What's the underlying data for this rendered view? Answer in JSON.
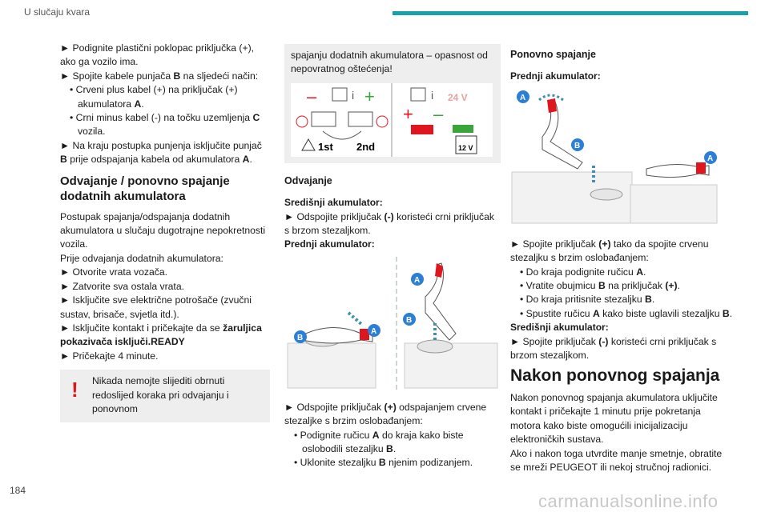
{
  "header": {
    "title": "U slučaju kvara"
  },
  "page_number": "184",
  "watermark": "carmanualsonline.info",
  "col1": {
    "p1": "► Podignite plastični poklopac priključka (+), ako ga vozilo ima.",
    "p2_pre": "► Spojite kabele punjača ",
    "p2_b": "B",
    "p2_post": " na sljedeći način:",
    "b1_pre": "• Crveni plus kabel (+) na priključak (+) akumulatora ",
    "b1_b": "A",
    "b1_post": ".",
    "b2_pre": "• Crni minus kabel (-) na točku uzemljenja ",
    "b2_b": "C",
    "b2_post": " vozila.",
    "p3_pre": "► Na kraju postupka punjenja isključite punjač ",
    "p3_b": "B",
    "p3_mid": " prije odspajanja kabela od akumulatora ",
    "p3_b2": "A",
    "p3_post": ".",
    "h2": "Odvajanje / ponovno spajanje dodatnih akumulatora",
    "p4": "Postupak spajanja/odspajanja dodatnih akumulatora u slučaju dugotrajne nepokretnosti vozila.",
    "p5": "Prije odvajanja dodatnih akumulatora:",
    "s1": "► Otvorite vrata vozača.",
    "s2": "► Zatvorite sva ostala vrata.",
    "s3": "► Isključite sve električne potrošače (zvučni sustav, brisače, svjetla itd.).",
    "s4_pre": "► Isključite kontakt i pričekajte da se ",
    "s4_b": " žaruljica pokazivača isključi.READY",
    "s5": "► Pričekajte 4 minute.",
    "warning": "Nikada nemojte slijediti obrnuti redoslijed koraka pri odvajanju i ponovnom"
  },
  "col2": {
    "warning_cont": "spajanju dodatnih akumulatora – opasnost od nepovratnog oštećenja!",
    "fig1": {
      "label_1st": "1st",
      "label_2nd": "2nd",
      "label_24v": "24 V",
      "label_12v": "12 V",
      "label_minus": "–",
      "label_plus": "+"
    },
    "h_odv": "Odvajanje",
    "central_label": "Središnji akumulator:",
    "c1_pre": "► Odspojite priključak ",
    "c1_b": "(-)",
    "c1_post": " koristeći crni priključak s brzom stezaljkom.",
    "front_label": "Prednji akumulator:",
    "fig2": {
      "A1": "A",
      "A2": "A",
      "B1": "B",
      "B2": "B"
    },
    "d1_pre": "► Odspojite priključak ",
    "d1_b": "(+)",
    "d1_post": " odspajanjem crvene stezaljke s brzim oslobađanjem:",
    "d2_pre": "• Podignite ručicu ",
    "d2_b": "A",
    "d2_mid": " do kraja kako biste oslobodili stezaljku ",
    "d2_b2": "B",
    "d2_post": ".",
    "d3_pre": "• Uklonite stezaljku ",
    "d3_b": "B",
    "d3_post": " njenim podizanjem."
  },
  "col3": {
    "h_pon": "Ponovno spajanje",
    "front_label": "Prednji akumulator:",
    "fig3": {
      "A1": "A",
      "B1": "B",
      "A2": "A"
    },
    "r1_pre": "► Spojite priključak ",
    "r1_b": "(+)",
    "r1_post": " tako da spojite crvenu stezaljku s brzim oslobađanjem:",
    "r2_pre": "• Do kraja podignite ručicu ",
    "r2_b": "A",
    "r2_post": ".",
    "r3_pre": "• Vratite obujmicu ",
    "r3_b": "B",
    "r3_mid": " na priključak ",
    "r3_b2": "(+)",
    "r3_post": ".",
    "r4_pre": "• Do kraja pritisnite stezaljku ",
    "r4_b": "B",
    "r4_post": ".",
    "r5_pre": "• Spustite ručicu ",
    "r5_b": "A",
    "r5_post": " kako biste uglavili stezaljku ",
    "r5_b2": "B",
    "r5_end": ".",
    "central_label": "Središnji akumulator:",
    "r6_pre": "► Spojite priključak ",
    "r6_b": "(-)",
    "r6_post": " koristeći crni priključak s brzom stezaljkom.",
    "h_big": "Nakon ponovnog spajanja",
    "p_after1": "Nakon ponovnog spajanja akumulatora uključite kontakt i pričekajte 1 minutu prije pokretanja motora kako biste omogućili inicijalizaciju elektroničkih sustava.",
    "p_after2": "Ako i nakon toga utvrdite manje smetnje, obratite se mreži PEUGEOT ili nekoj stručnoj radionici."
  },
  "colors": {
    "accent": "#1aa0a8",
    "red": "#e0161e",
    "badge": "#2b7fd6"
  }
}
